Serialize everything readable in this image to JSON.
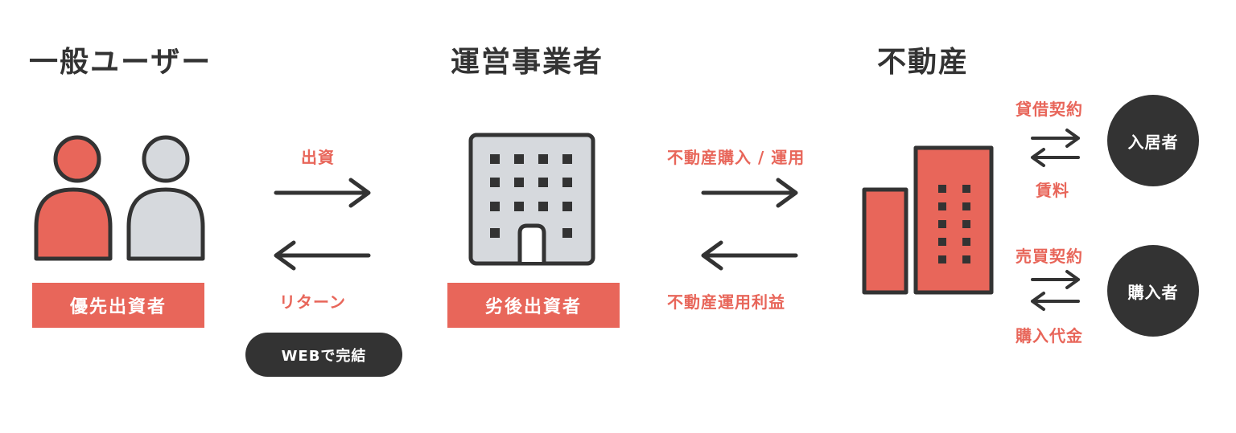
{
  "columns": {
    "user": "一般ユーザー",
    "operator": "運営事業者",
    "property": "不動産"
  },
  "labels": {
    "senior_investor": "優先出資者",
    "junior_investor": "劣後出資者",
    "web_complete": "WEBで完結"
  },
  "flows": {
    "investment": "出資",
    "return": "リターン",
    "purchase_operation": "不動産購入 / 運用",
    "operation_profit": "不動産運用利益",
    "lease_contract": "貸借契約",
    "rent": "賃料",
    "sale_contract": "売買契約",
    "purchase_price": "購入代金"
  },
  "parties": {
    "tenant": "入居者",
    "buyer": "購入者"
  },
  "colors": {
    "accent": "#e8665a",
    "dark": "#333333",
    "grey_fill": "#d6d9dd"
  }
}
